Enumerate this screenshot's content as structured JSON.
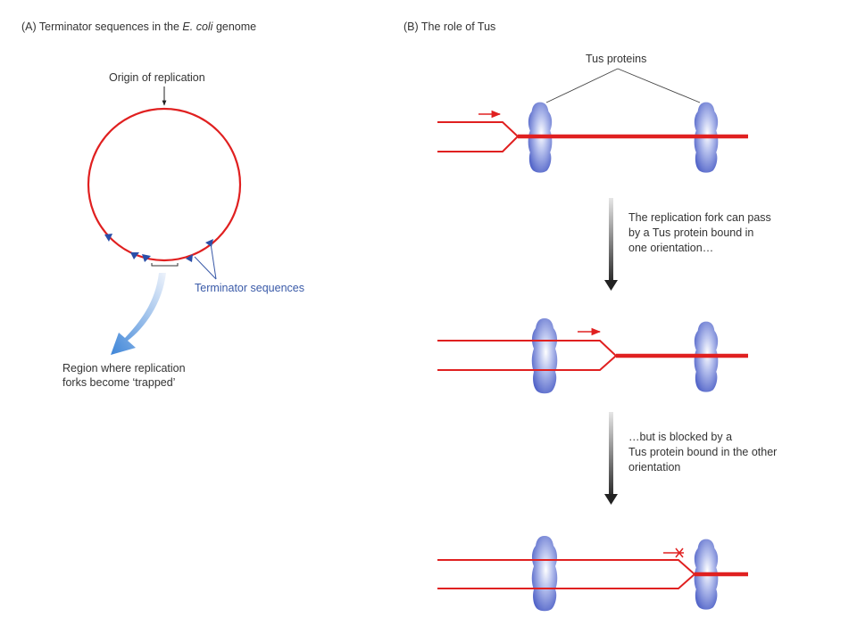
{
  "panel_a": {
    "title_prefix": "(A) Terminator sequences in the ",
    "title_italic": "E. coli",
    "title_suffix": " genome",
    "origin_label": "Origin of replication",
    "terminator_label": "Terminator sequences",
    "region_label_line1": "Region where replication",
    "region_label_line2": "forks become ‘trapped’"
  },
  "panel_b": {
    "title": "(B) The role of Tus",
    "tus_label": "Tus proteins",
    "step1_line1": "The replication fork can pass",
    "step1_line2": "by a Tus protein bound in",
    "step1_line3": "one orientation…",
    "step2_line1": "…but is blocked by a",
    "step2_line2": "Tus protein bound in the other",
    "step2_line3": "orientation"
  },
  "colors": {
    "dna": "#e02020",
    "protein": "#4a60c8",
    "terminator": "#2a4ea8",
    "text": "#333333",
    "terminator_text": "#3a5aa8"
  }
}
